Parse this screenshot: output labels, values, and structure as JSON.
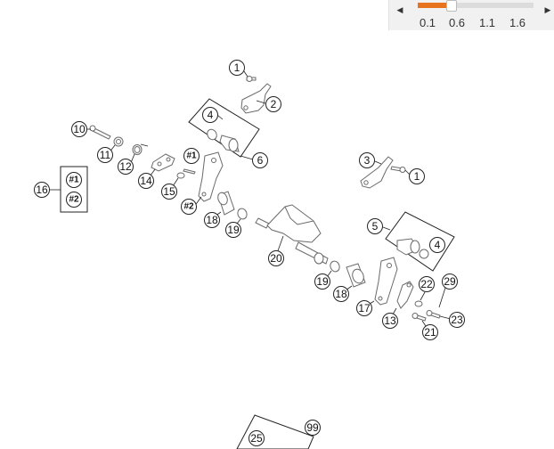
{
  "zoom": {
    "prev_icon": "left-arrow-icon",
    "next_icon": "right-arrow-icon",
    "labels": [
      "0.1",
      "0.6",
      "1.1",
      "1.6"
    ],
    "value": 0.6,
    "min": 0.1,
    "max": 1.85,
    "accent_color": "#e8731f"
  },
  "diagram": {
    "callouts": {
      "c1a": "1",
      "c2": "2",
      "c4a": "4",
      "c6": "6",
      "c10": "10",
      "c11": "11",
      "c12": "12",
      "c14": "14",
      "c15": "15",
      "c16": "16",
      "c16_1": "#1",
      "c16_2": "#2",
      "c_h1": "#1",
      "c_h2": "#2",
      "c18a": "18",
      "c19a": "19",
      "c20": "20",
      "c3": "3",
      "c1b": "1",
      "c5": "5",
      "c4b": "4",
      "c19b": "19",
      "c18b": "18",
      "c17": "17",
      "c13": "13",
      "c22": "22",
      "c29": "29",
      "c21": "21",
      "c23": "23",
      "c25": "25",
      "c99": "99"
    }
  }
}
